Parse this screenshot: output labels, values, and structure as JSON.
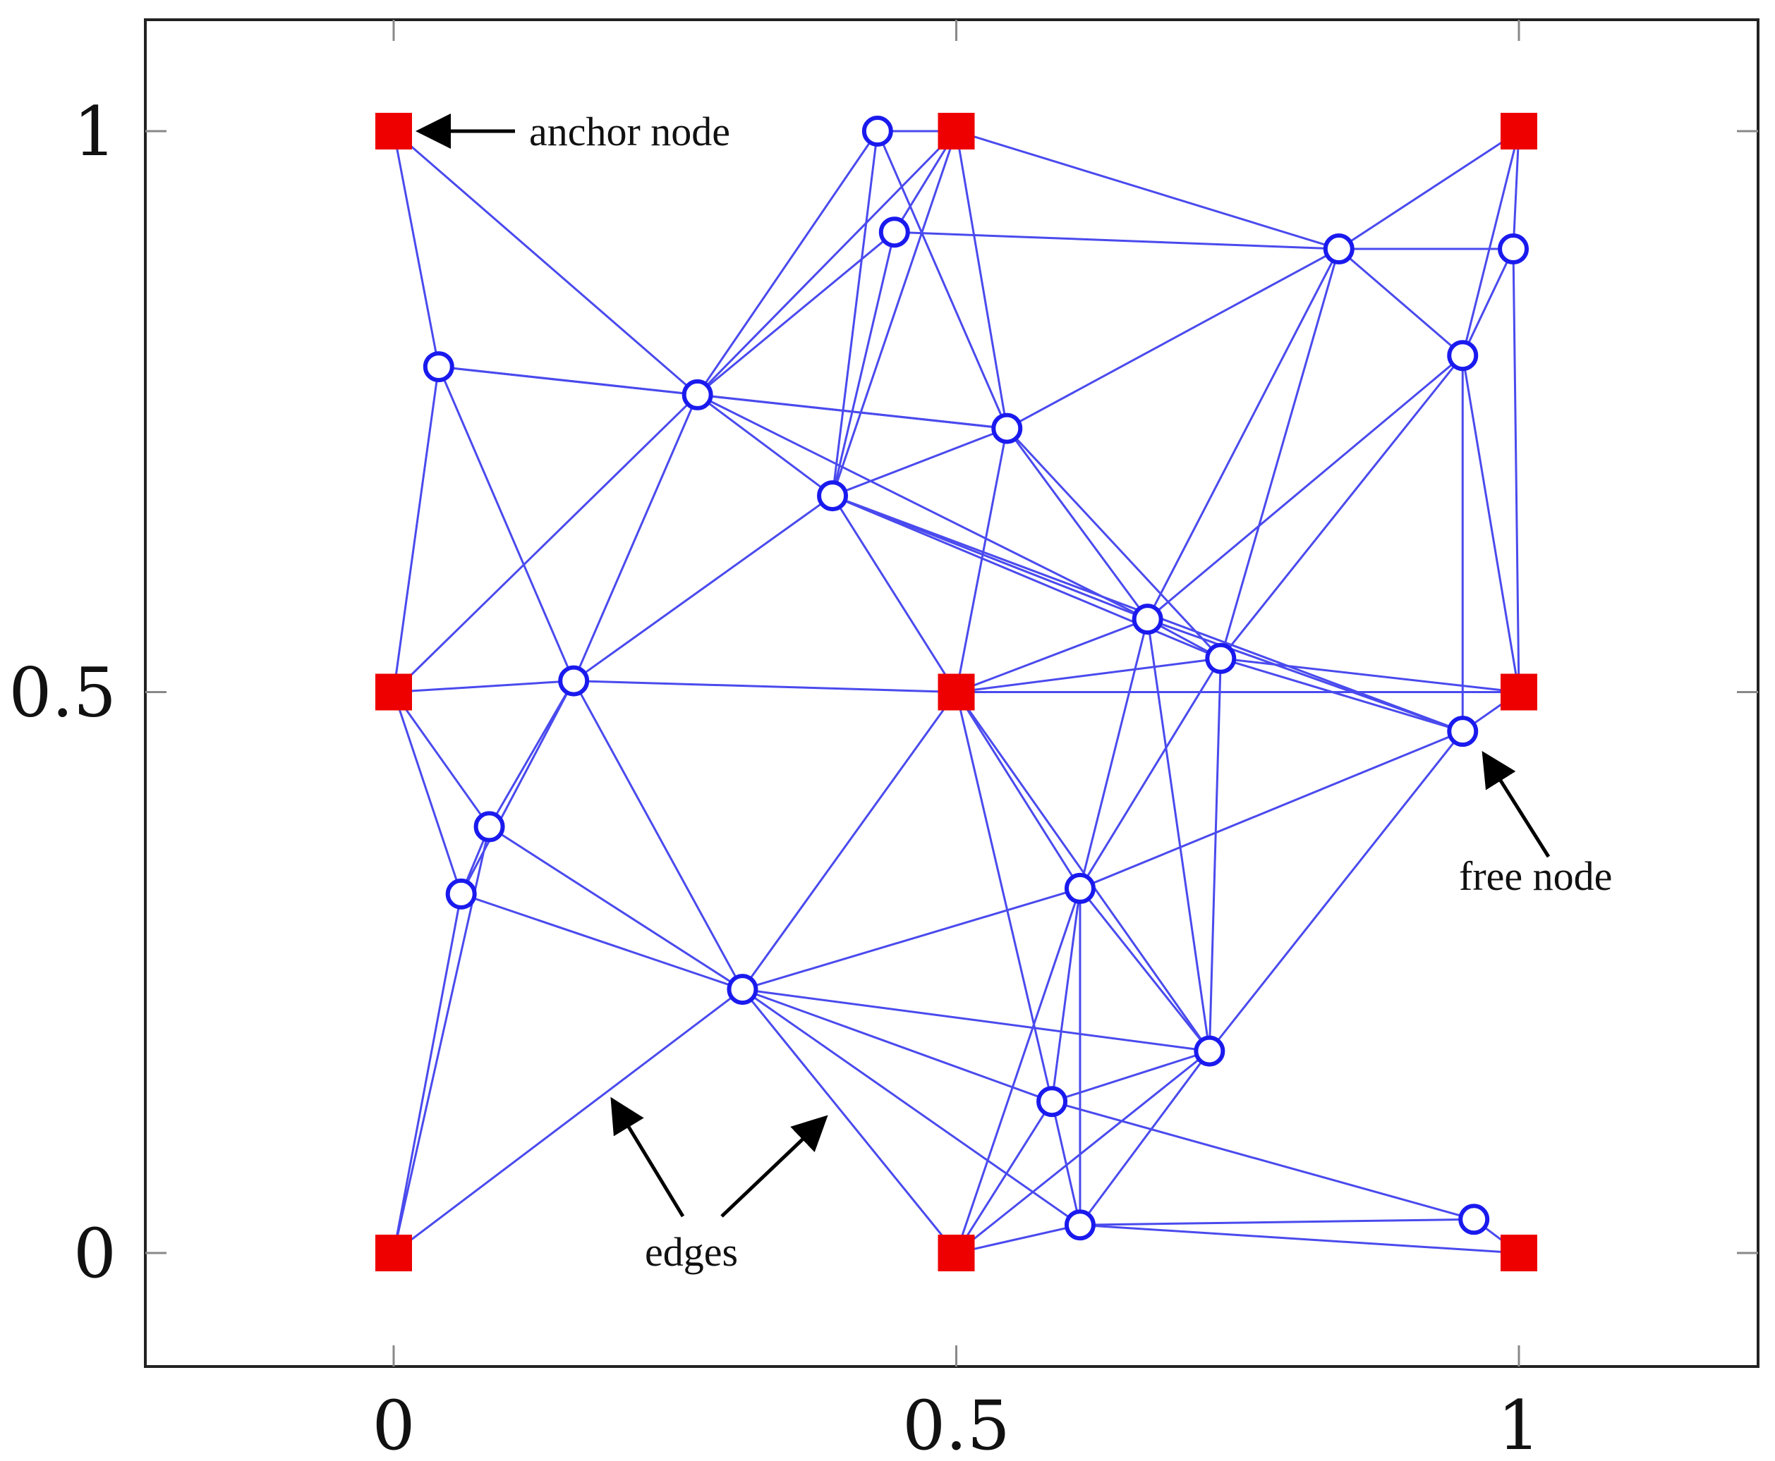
{
  "chart_data": {
    "type": "scatter",
    "title": "",
    "xlabel": "",
    "ylabel": "",
    "xlim": [
      -0.22,
      1.22
    ],
    "ylim": [
      -0.1,
      1.1
    ],
    "x_ticks": [
      "0",
      "0.5",
      "1"
    ],
    "y_ticks": [
      "1",
      "0.5",
      "0"
    ],
    "grid": false,
    "node_colors": {
      "anchor": "#ee0000",
      "free_fill": "#ffffff",
      "free_stroke": "#1a1aee",
      "edge": "#4a4aee"
    },
    "anchor_nodes": [
      {
        "id": "A0",
        "x": 0.0,
        "y": 1.0
      },
      {
        "id": "A1",
        "x": 0.5,
        "y": 1.0
      },
      {
        "id": "A2",
        "x": 1.0,
        "y": 1.0
      },
      {
        "id": "A3",
        "x": 0.0,
        "y": 0.5
      },
      {
        "id": "A4",
        "x": 0.5,
        "y": 0.5
      },
      {
        "id": "A5",
        "x": 1.0,
        "y": 0.5
      },
      {
        "id": "A6",
        "x": 0.0,
        "y": 0.0
      },
      {
        "id": "A7",
        "x": 0.5,
        "y": 0.0
      },
      {
        "id": "A8",
        "x": 1.0,
        "y": 0.0
      }
    ],
    "free_nodes": [
      {
        "id": "F1",
        "x": 0.43,
        "y": 1.0
      },
      {
        "id": "F2",
        "x": 0.445,
        "y": 0.91
      },
      {
        "id": "F3",
        "x": 0.84,
        "y": 0.895
      },
      {
        "id": "F4",
        "x": 0.995,
        "y": 0.895
      },
      {
        "id": "F5",
        "x": 0.04,
        "y": 0.79
      },
      {
        "id": "F6",
        "x": 0.27,
        "y": 0.765
      },
      {
        "id": "F7",
        "x": 0.545,
        "y": 0.735
      },
      {
        "id": "F8",
        "x": 0.95,
        "y": 0.8
      },
      {
        "id": "F9",
        "x": 0.39,
        "y": 0.675
      },
      {
        "id": "F10",
        "x": 0.67,
        "y": 0.565
      },
      {
        "id": "F11",
        "x": 0.735,
        "y": 0.53
      },
      {
        "id": "F12",
        "x": 0.16,
        "y": 0.51
      },
      {
        "id": "F13",
        "x": 0.95,
        "y": 0.465
      },
      {
        "id": "F14",
        "x": 0.085,
        "y": 0.38
      },
      {
        "id": "F15",
        "x": 0.06,
        "y": 0.32
      },
      {
        "id": "F16",
        "x": 0.61,
        "y": 0.325
      },
      {
        "id": "F17",
        "x": 0.31,
        "y": 0.235
      },
      {
        "id": "F18",
        "x": 0.725,
        "y": 0.18
      },
      {
        "id": "F19",
        "x": 0.585,
        "y": 0.135
      },
      {
        "id": "F20",
        "x": 0.61,
        "y": 0.025
      },
      {
        "id": "F21",
        "x": 0.96,
        "y": 0.03
      }
    ],
    "edges": [
      [
        "A0",
        "F5"
      ],
      [
        "A0",
        "F6"
      ],
      [
        "A3",
        "F5"
      ],
      [
        "A3",
        "F12"
      ],
      [
        "A3",
        "F6"
      ],
      [
        "A3",
        "F14"
      ],
      [
        "A3",
        "F15"
      ],
      [
        "A6",
        "F15"
      ],
      [
        "A6",
        "F14"
      ],
      [
        "A6",
        "F17"
      ],
      [
        "F5",
        "F6"
      ],
      [
        "F5",
        "F7"
      ],
      [
        "F5",
        "F12"
      ],
      [
        "F6",
        "F9"
      ],
      [
        "F6",
        "F12"
      ],
      [
        "F6",
        "F1"
      ],
      [
        "F6",
        "F2"
      ],
      [
        "F6",
        "A1"
      ],
      [
        "F6",
        "F10"
      ],
      [
        "F6",
        "F7"
      ],
      [
        "F1",
        "A1"
      ],
      [
        "F1",
        "F9"
      ],
      [
        "F1",
        "F7"
      ],
      [
        "F2",
        "A1"
      ],
      [
        "F2",
        "F3"
      ],
      [
        "F9",
        "A1"
      ],
      [
        "F2",
        "F9"
      ],
      [
        "A1",
        "F7"
      ],
      [
        "A1",
        "F3"
      ],
      [
        "F9",
        "F12"
      ],
      [
        "F9",
        "A4"
      ],
      [
        "F9",
        "F10"
      ],
      [
        "F9",
        "F11"
      ],
      [
        "F9",
        "F13"
      ],
      [
        "F9",
        "F7"
      ],
      [
        "A2",
        "F3"
      ],
      [
        "A2",
        "F8"
      ],
      [
        "A2",
        "F4"
      ],
      [
        "F3",
        "F4"
      ],
      [
        "F3",
        "F8"
      ],
      [
        "F3",
        "F7"
      ],
      [
        "F3",
        "F10"
      ],
      [
        "F3",
        "F11"
      ],
      [
        "F4",
        "F8"
      ],
      [
        "F4",
        "A5"
      ],
      [
        "F8",
        "F10"
      ],
      [
        "F8",
        "F11"
      ],
      [
        "F8",
        "F13"
      ],
      [
        "F8",
        "A5"
      ],
      [
        "F7",
        "A4"
      ],
      [
        "F7",
        "F10"
      ],
      [
        "F7",
        "F11"
      ],
      [
        "F12",
        "A4"
      ],
      [
        "F12",
        "F14"
      ],
      [
        "F12",
        "F15"
      ],
      [
        "F12",
        "F17"
      ],
      [
        "F14",
        "F15"
      ],
      [
        "F14",
        "F17"
      ],
      [
        "F15",
        "F17"
      ],
      [
        "A4",
        "F10"
      ],
      [
        "A4",
        "F11"
      ],
      [
        "A4",
        "A5"
      ],
      [
        "A4",
        "F16"
      ],
      [
        "A4",
        "F17"
      ],
      [
        "A4",
        "F18"
      ],
      [
        "A4",
        "F19"
      ],
      [
        "F10",
        "F11"
      ],
      [
        "F10",
        "F16"
      ],
      [
        "F10",
        "F18"
      ],
      [
        "F10",
        "F13"
      ],
      [
        "F11",
        "F16"
      ],
      [
        "F11",
        "F13"
      ],
      [
        "F11",
        "A5"
      ],
      [
        "F11",
        "F18"
      ],
      [
        "F13",
        "A5"
      ],
      [
        "F13",
        "F16"
      ],
      [
        "F13",
        "F18"
      ],
      [
        "F17",
        "F16"
      ],
      [
        "F17",
        "A7"
      ],
      [
        "F17",
        "F20"
      ],
      [
        "F17",
        "F18"
      ],
      [
        "F17",
        "F19"
      ],
      [
        "F16",
        "F19"
      ],
      [
        "F16",
        "F20"
      ],
      [
        "F16",
        "A7"
      ],
      [
        "F16",
        "F18"
      ],
      [
        "F18",
        "F19"
      ],
      [
        "F18",
        "F20"
      ],
      [
        "F18",
        "A7"
      ],
      [
        "F19",
        "A7"
      ],
      [
        "F19",
        "F20"
      ],
      [
        "F19",
        "F21"
      ],
      [
        "F20",
        "A7"
      ],
      [
        "F20",
        "F21"
      ],
      [
        "F20",
        "A8"
      ],
      [
        "F21",
        "A8"
      ]
    ],
    "annotations": [
      {
        "text": "anchor node",
        "target": "A0"
      },
      {
        "text": "free node",
        "target": "F13"
      },
      {
        "text": "edges",
        "target": "edge"
      }
    ]
  }
}
